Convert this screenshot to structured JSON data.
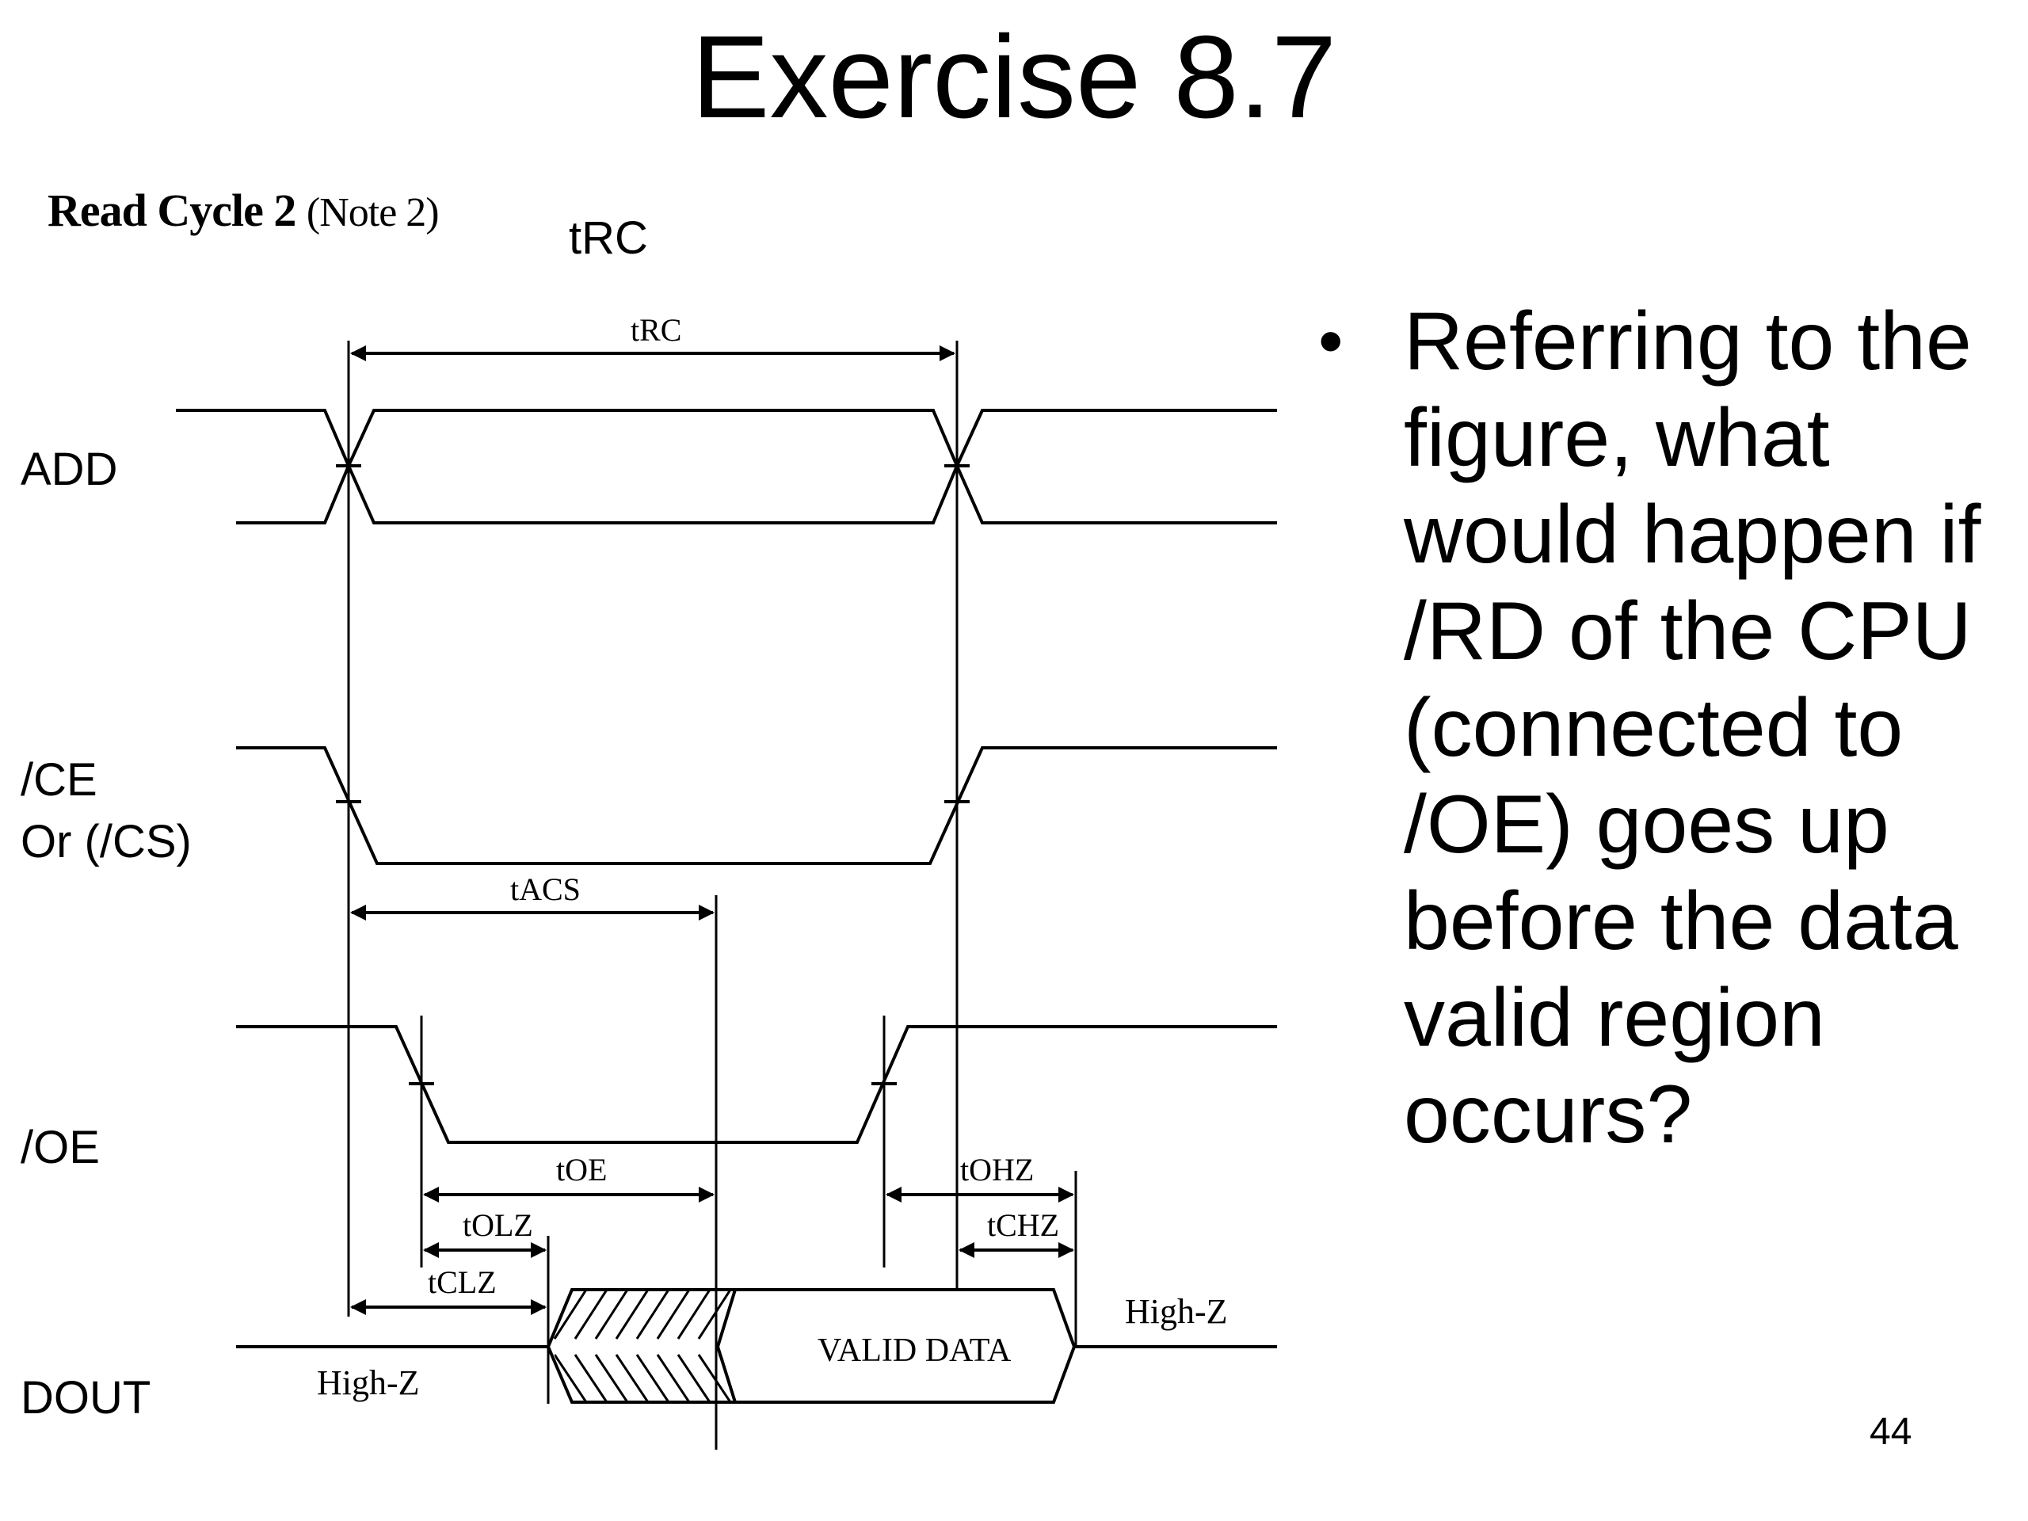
{
  "slide": {
    "title": "Exercise 8.7",
    "page_number": "44"
  },
  "diagram": {
    "heading": "Read Cycle 2",
    "heading_note": "(Note 2)",
    "overlay_label": "tRC",
    "signals": {
      "add": "ADD",
      "ce_line1": "/CE",
      "ce_line2": "Or (/CS)",
      "oe": "/OE",
      "dout": "DOUT"
    },
    "timing_labels": {
      "trc": "tRC",
      "tacs": "tACS",
      "toe": "tOE",
      "tolz": "tOLZ",
      "tclz": "tCLZ",
      "tohz": "tOHZ",
      "tchz": "tCHZ"
    },
    "valid_data": "VALID DATA",
    "high_z_left": "High-Z",
    "high_z_right": "High-Z"
  },
  "question": {
    "text": "Referring to the figure, what would happen if /RD of the CPU (connected to /OE) goes up before the data valid region occurs?"
  }
}
